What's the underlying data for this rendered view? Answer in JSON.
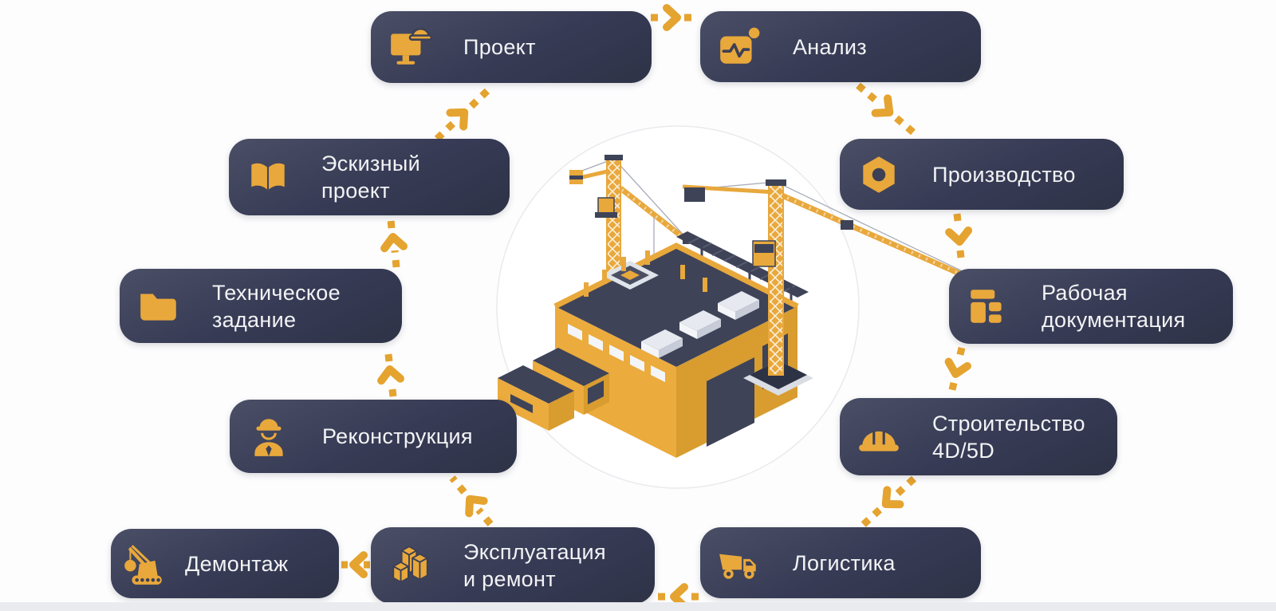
{
  "diagram": {
    "center_illustration": "isometric-construction-site-with-tower-cranes",
    "colors": {
      "card_background": "#3A3E53",
      "accent_yellow": "#E9A83B",
      "arrow_yellow": "#E5A32F",
      "label_text": "#F2F3F5",
      "page_background": "#FDFDFE",
      "footer_band": "#E9EBEF"
    },
    "nodes": [
      {
        "id": "proekt",
        "label": "Проект",
        "lines": [
          "Проект"
        ],
        "icon": "monitor-hardhat-icon"
      },
      {
        "id": "analiz",
        "label": "Анализ",
        "lines": [
          "Анализ"
        ],
        "icon": "pulse-chart-icon"
      },
      {
        "id": "proizvodstvo",
        "label": "Производство",
        "lines": [
          "Производство"
        ],
        "icon": "hex-nut-icon"
      },
      {
        "id": "rabochaya-dokumentaciya",
        "label": "Рабочая документация",
        "lines": [
          "Рабочая",
          "документация"
        ],
        "icon": "layout-blocks-icon"
      },
      {
        "id": "stroitelstvo-4d5d",
        "label": "Строительство 4D/5D",
        "lines": [
          "Строительство",
          "4D/5D"
        ],
        "icon": "hardhat-icon"
      },
      {
        "id": "logistika",
        "label": "Логистика",
        "lines": [
          "Логистика"
        ],
        "icon": "dump-truck-icon"
      },
      {
        "id": "ekspluataciya-i-remont",
        "label": "Эксплуатация и ремонт",
        "lines": [
          "Эксплуатация",
          "и ремонт"
        ],
        "icon": "isometric-boxes-icon"
      },
      {
        "id": "demontazh",
        "label": "Демонтаж",
        "lines": [
          "Демонтаж"
        ],
        "icon": "wrecking-ball-crane-icon"
      },
      {
        "id": "rekonstrukciya",
        "label": "Реконструкция",
        "lines": [
          "Реконструкция"
        ],
        "icon": "construction-worker-icon"
      },
      {
        "id": "tehnicheskoe-zadanie",
        "label": "Техническое задание",
        "lines": [
          "Техническое",
          "задание"
        ],
        "icon": "folder-icon"
      },
      {
        "id": "eskizny-proekt",
        "label": "Эскизный проект",
        "lines": [
          "Эскизный",
          "проект"
        ],
        "icon": "open-book-icon"
      }
    ],
    "arrows": [
      {
        "from": "proekt",
        "to": "analiz"
      },
      {
        "from": "analiz",
        "to": "proizvodstvo"
      },
      {
        "from": "proizvodstvo",
        "to": "rabochaya-dokumentaciya"
      },
      {
        "from": "rabochaya-dokumentaciya",
        "to": "stroitelstvo-4d5d"
      },
      {
        "from": "stroitelstvo-4d5d",
        "to": "logistika"
      },
      {
        "from": "logistika",
        "to": "ekspluataciya-i-remont"
      },
      {
        "from": "ekspluataciya-i-remont",
        "to": "demontazh"
      },
      {
        "from": "ekspluataciya-i-remont",
        "to": "rekonstrukciya"
      },
      {
        "from": "rekonstrukciya",
        "to": "tehnicheskoe-zadanie"
      },
      {
        "from": "tehnicheskoe-zadanie",
        "to": "eskizny-proekt"
      },
      {
        "from": "eskizny-proekt",
        "to": "proekt"
      }
    ]
  }
}
